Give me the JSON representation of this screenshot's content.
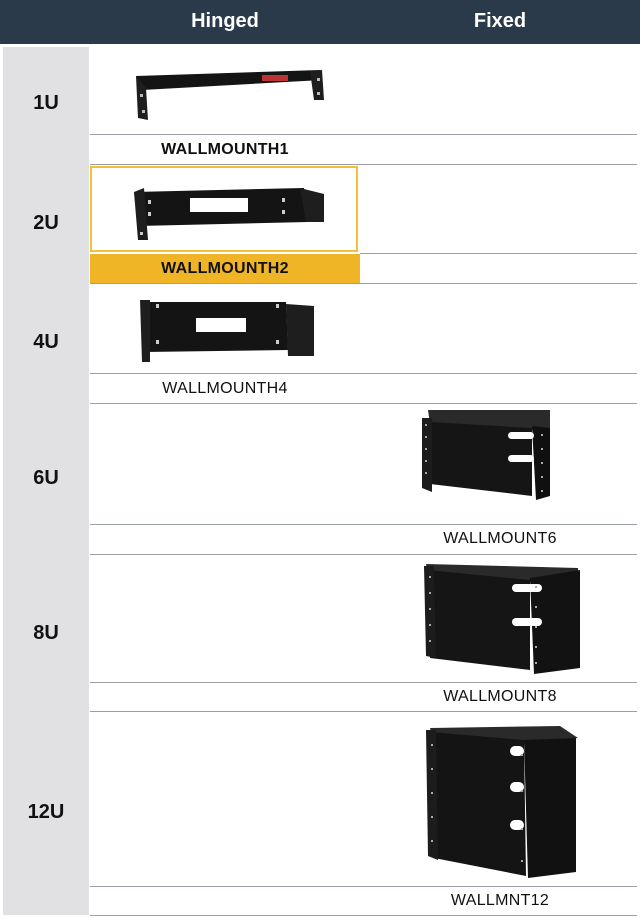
{
  "header": {
    "hinged_label": "Hinged",
    "fixed_label": "Fixed"
  },
  "rows": [
    {
      "size": "1U",
      "product": "WALLMOUNTH1",
      "type": "hinged"
    },
    {
      "size": "2U",
      "product": "WALLMOUNTH2",
      "type": "hinged",
      "highlighted": true
    },
    {
      "size": "4U",
      "product": "WALLMOUNTH4",
      "type": "hinged"
    },
    {
      "size": "6U",
      "product": "WALLMOUNT6",
      "type": "fixed"
    },
    {
      "size": "8U",
      "product": "WALLMOUNT8",
      "type": "fixed"
    },
    {
      "size": "12U",
      "product": "WALLMNT12",
      "type": "fixed"
    }
  ],
  "colors": {
    "header_bg": "#2b3a4a",
    "label_column_bg": "#e1e1e3",
    "highlight": "#f0b526",
    "product_black": "#141414"
  }
}
